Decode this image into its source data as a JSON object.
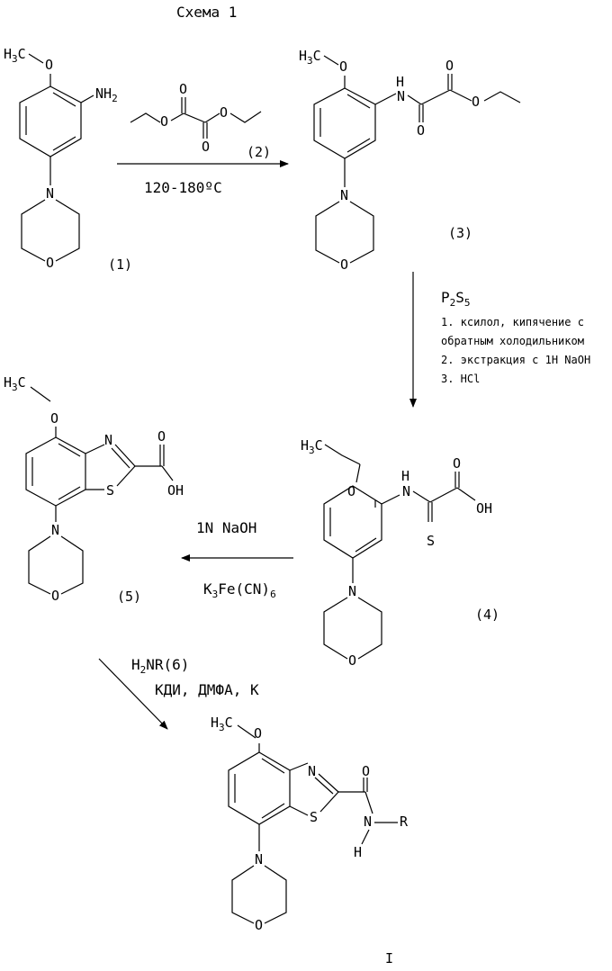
{
  "title": "Схема 1",
  "atoms": {
    "h3c": "H",
    "h3c_sub": "3",
    "c": "C",
    "o": "O",
    "n": "N",
    "nh": "NH",
    "nh2_sub": "2",
    "h": "H",
    "s": "S",
    "oh": "OH",
    "r": "R"
  },
  "labels": {
    "c1": "(1)",
    "c2": "(2)",
    "c3": "(3)",
    "c4": "(4)",
    "c5": "(5)",
    "cI": "I"
  },
  "conditions": {
    "temp": "120-180ºC",
    "p2s5_p": "P",
    "p2s5_2": "2",
    "p2s5_s": "S",
    "p2s5_5": "5",
    "step1a": "1. ксилол, кипячение с",
    "step1b": "обратным холодильником",
    "step2": "2. экстракция с 1H NaOH",
    "step3": "3. HCl",
    "naoh": "1N NaOH",
    "k3_k": "K",
    "k3_3": "3",
    "k3_mid": "Fe(CN)",
    "k3_6": "6",
    "h2nr_h": "H",
    "h2nr_2": "2",
    "h2nr_rest": "NR(6)",
    "cdi": "КДИ, ДМФА, К"
  }
}
